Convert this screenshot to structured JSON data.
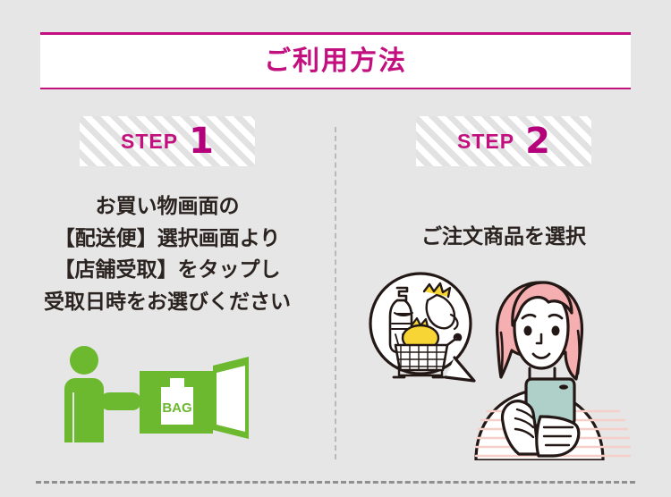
{
  "header": {
    "title": "ご利用方法",
    "accent_color": "#c2117f"
  },
  "colors": {
    "background": "#e6e6e6",
    "accent_magenta": "#c2117f",
    "step_number_magenta": "#b5007c",
    "illustration_green": "#6cb82f",
    "hair_pink": "#f5afb0",
    "phone_mint": "#afcfc9",
    "vegetable_yellow": "#f7d534",
    "outline_black": "#231815",
    "stripe_pink": "#f6cfc9",
    "divider_gray": "#b9b9b9"
  },
  "steps": [
    {
      "badge_word": "STEP",
      "badge_number": "1",
      "description": "お買い物画面の\n【配送便】選択画面より\n【店舗受取】をタップし\n受取日時をお選びください",
      "illustration": {
        "name": "customer-handing-bag-at-counter",
        "bag_label": "BAG"
      }
    },
    {
      "badge_word": "STEP",
      "badge_number": "2",
      "description": "ご注文商品を選択",
      "illustration": {
        "name": "woman-with-phone-and-shopping-thought-bubble",
        "bubble_items": [
          "water-bottle",
          "eggplant",
          "shopping-cart",
          "tomato"
        ]
      }
    }
  ]
}
